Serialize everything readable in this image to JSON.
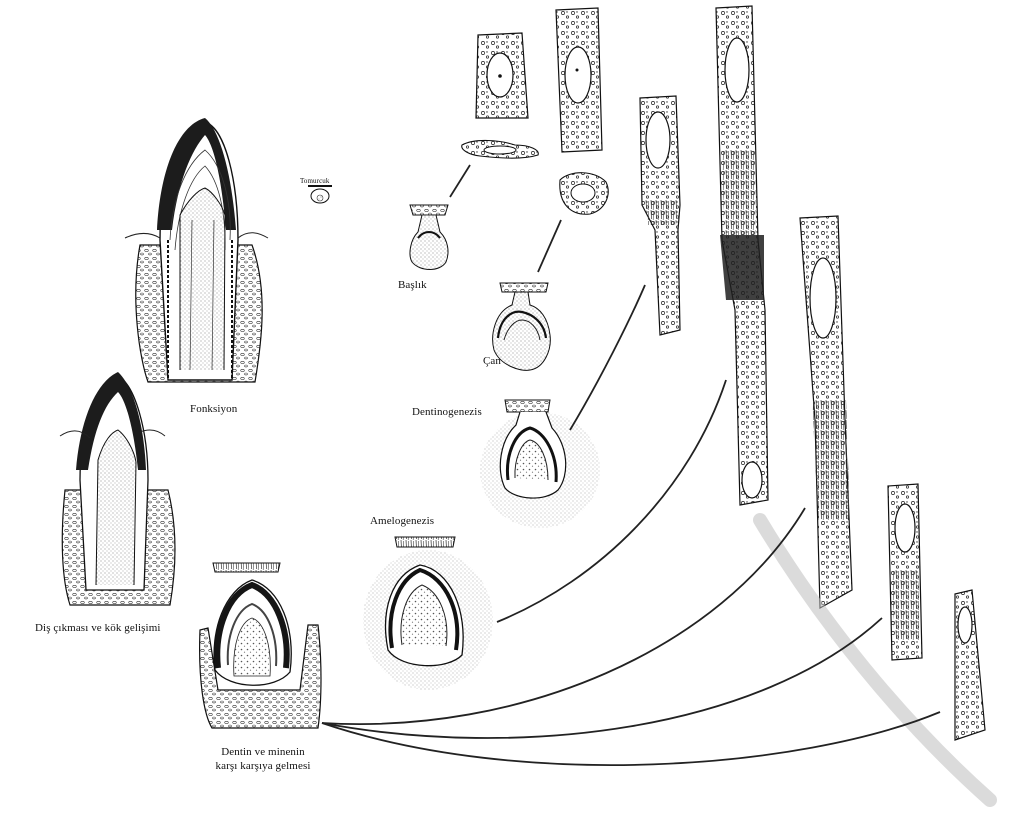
{
  "labels": {
    "tomurcuk": "Tomurcuk",
    "baslik": "Başlık",
    "can": "Çan",
    "dentinogenezis": "Dentinogenezis",
    "amelogenezis": "Amelogenezis",
    "dentin_minenin_line1": "Dentin ve minenin",
    "dentin_minenin_line2": "karşı karşıya gelmesi",
    "dis_cikmasi": "Diş çıkması ve kök gelişimi",
    "fonksiyon": "Fonksiyon"
  },
  "colors": {
    "ink": "#111111",
    "paper": "#ffffff",
    "enamel": "#2a2a2a",
    "stipple": "#9a9a9a"
  }
}
